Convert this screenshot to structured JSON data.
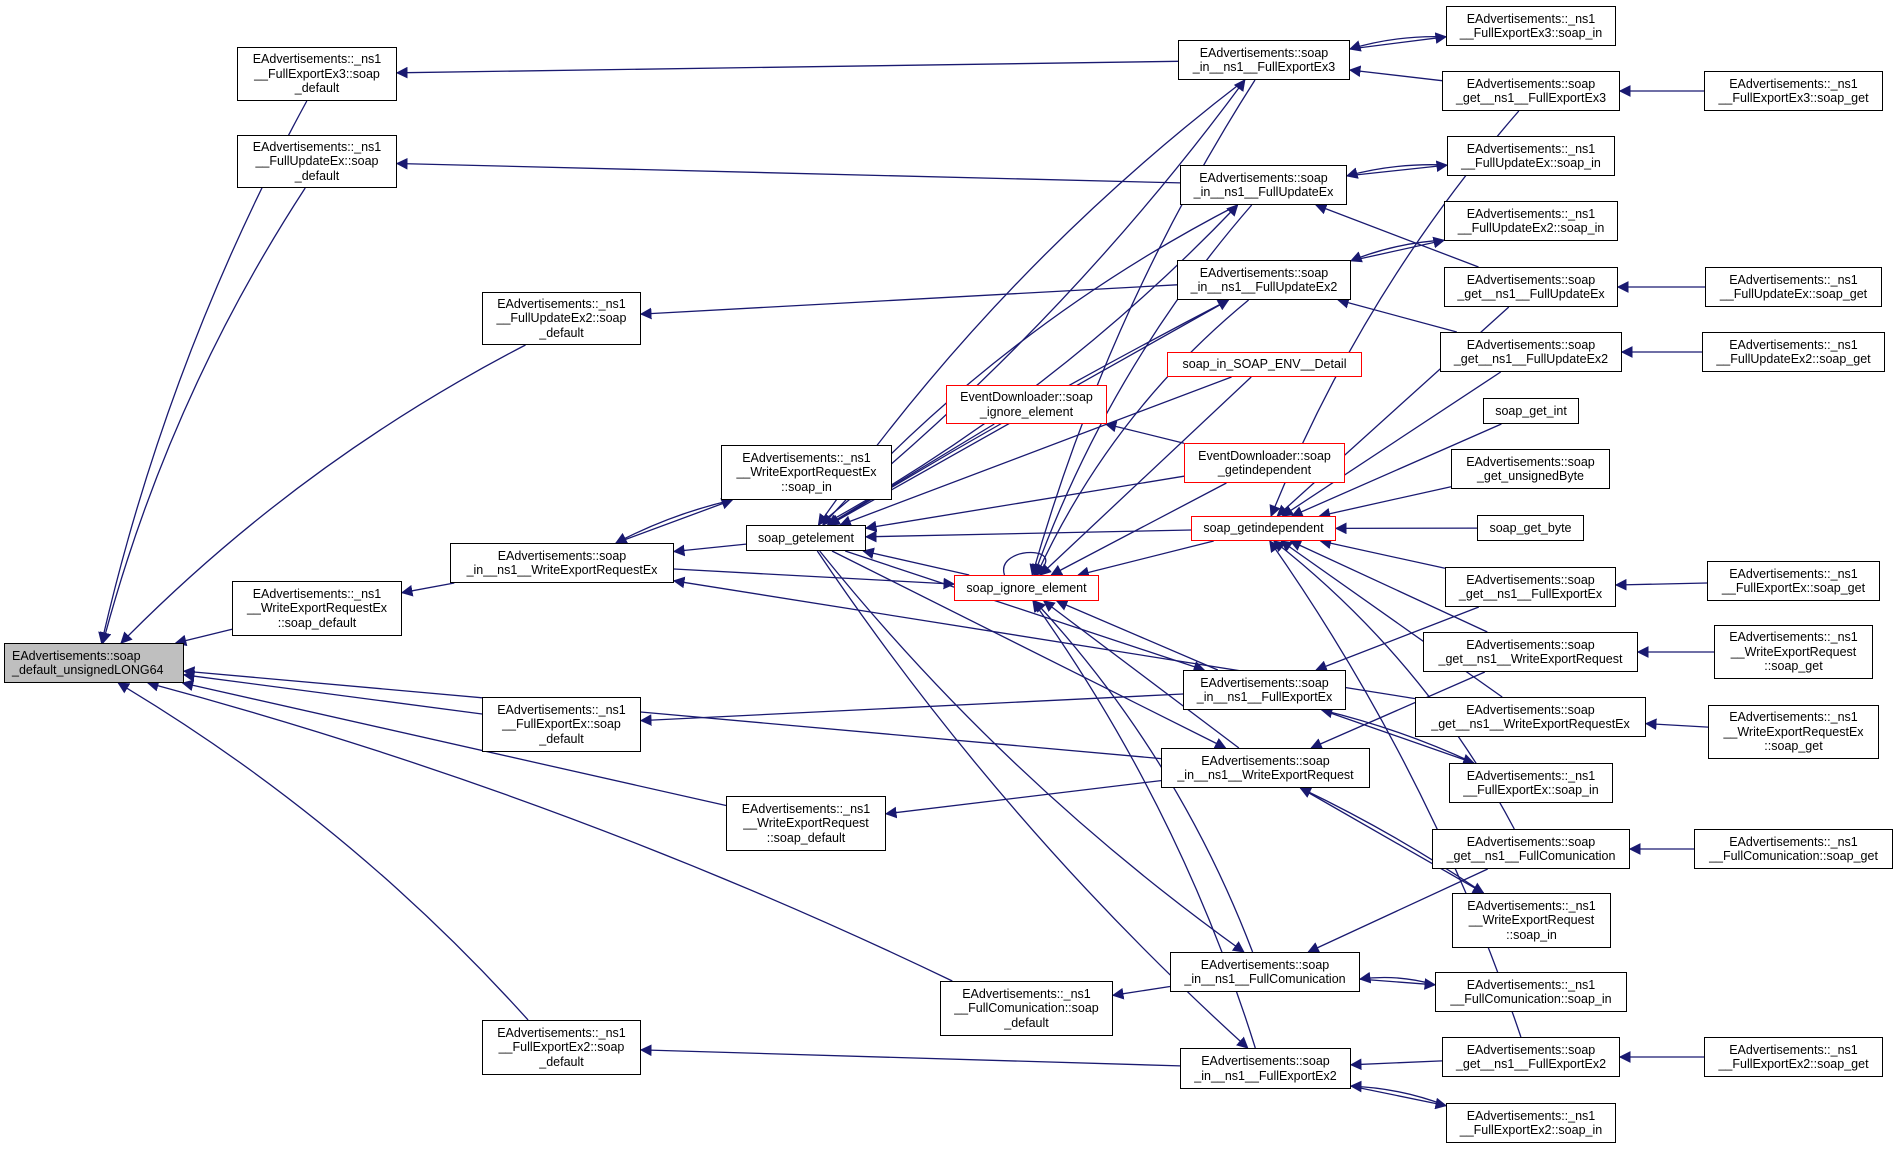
{
  "diagram": {
    "title": "Caller graph of EAdvertisements::soap_default_unsignedLONG64",
    "colors": {
      "edge": "#191970",
      "node_border": "#000000",
      "highlight_border": "#ff0000",
      "root_fill": "#bfbfbf"
    },
    "nodes": [
      {
        "id": "root",
        "label": "EAdvertisements::soap\n_default_unsignedLONG64",
        "style": "root"
      },
      {
        "id": "fe3_def",
        "label": "EAdvertisements::_ns1\n__FullExportEx3::soap\n_default",
        "style": "normal"
      },
      {
        "id": "fu_def",
        "label": "EAdvertisements::_ns1\n__FullUpdateEx::soap\n_default",
        "style": "normal"
      },
      {
        "id": "fu2_def",
        "label": "EAdvertisements::_ns1\n__FullUpdateEx2::soap\n_default",
        "style": "normal"
      },
      {
        "id": "wereqex_def",
        "label": "EAdvertisements::_ns1\n__WriteExportRequestEx\n::soap_default",
        "style": "normal"
      },
      {
        "id": "fe_def",
        "label": "EAdvertisements::_ns1\n__FullExportEx::soap\n_default",
        "style": "normal"
      },
      {
        "id": "wereq_def",
        "label": "EAdvertisements::_ns1\n__WriteExportRequest\n::soap_default",
        "style": "normal"
      },
      {
        "id": "fc_def",
        "label": "EAdvertisements::_ns1\n__FullComunication::soap\n_default",
        "style": "normal"
      },
      {
        "id": "fe2_def",
        "label": "EAdvertisements::_ns1\n__FullExportEx2::soap\n_default",
        "style": "normal"
      },
      {
        "id": "in_wereqex",
        "label": "EAdvertisements::soap\n_in__ns1__WriteExportRequestEx",
        "style": "normal"
      },
      {
        "id": "wereqex_in",
        "label": "EAdvertisements::_ns1\n__WriteExportRequestEx\n::soap_in",
        "style": "normal"
      },
      {
        "id": "getelement",
        "label": "soap_getelement",
        "style": "normal"
      },
      {
        "id": "ed_ignore",
        "label": "EventDownloader::soap\n_ignore_element",
        "style": "red"
      },
      {
        "id": "ignore",
        "label": "soap_ignore_element",
        "style": "red"
      },
      {
        "id": "in_fe3",
        "label": "EAdvertisements::soap\n_in__ns1__FullExportEx3",
        "style": "normal"
      },
      {
        "id": "in_fu",
        "label": "EAdvertisements::soap\n_in__ns1__FullUpdateEx",
        "style": "normal"
      },
      {
        "id": "in_fu2",
        "label": "EAdvertisements::soap\n_in__ns1__FullUpdateEx2",
        "style": "normal"
      },
      {
        "id": "env_detail",
        "label": "soap_in_SOAP_ENV__Detail",
        "style": "red"
      },
      {
        "id": "ed_getindep",
        "label": "EventDownloader::soap\n_getindependent",
        "style": "red"
      },
      {
        "id": "getindep",
        "label": "soap_getindependent",
        "style": "red"
      },
      {
        "id": "in_fe",
        "label": "EAdvertisements::soap\n_in__ns1__FullExportEx",
        "style": "normal"
      },
      {
        "id": "in_wereq",
        "label": "EAdvertisements::soap\n_in__ns1__WriteExportRequest",
        "style": "normal"
      },
      {
        "id": "in_fc",
        "label": "EAdvertisements::soap\n_in__ns1__FullComunication",
        "style": "normal"
      },
      {
        "id": "in_fe2",
        "label": "EAdvertisements::soap\n_in__ns1__FullExportEx2",
        "style": "normal"
      },
      {
        "id": "fe3_in",
        "label": "EAdvertisements::_ns1\n__FullExportEx3::soap_in",
        "style": "normal"
      },
      {
        "id": "get_fe3",
        "label": "EAdvertisements::soap\n_get__ns1__FullExportEx3",
        "style": "normal"
      },
      {
        "id": "fu_in",
        "label": "EAdvertisements::_ns1\n__FullUpdateEx::soap_in",
        "style": "normal"
      },
      {
        "id": "fu2_in",
        "label": "EAdvertisements::_ns1\n__FullUpdateEx2::soap_in",
        "style": "normal"
      },
      {
        "id": "get_fu",
        "label": "EAdvertisements::soap\n_get__ns1__FullUpdateEx",
        "style": "normal"
      },
      {
        "id": "get_fu2",
        "label": "EAdvertisements::soap\n_get__ns1__FullUpdateEx2",
        "style": "normal"
      },
      {
        "id": "get_int",
        "label": "soap_get_int",
        "style": "normal"
      },
      {
        "id": "get_ubyte",
        "label": "EAdvertisements::soap\n_get_unsignedByte",
        "style": "normal"
      },
      {
        "id": "get_byte",
        "label": "soap_get_byte",
        "style": "normal"
      },
      {
        "id": "get_fe",
        "label": "EAdvertisements::soap\n_get__ns1__FullExportEx",
        "style": "normal"
      },
      {
        "id": "get_wereq",
        "label": "EAdvertisements::soap\n_get__ns1__WriteExportRequest",
        "style": "normal"
      },
      {
        "id": "get_wereqex",
        "label": "EAdvertisements::soap\n_get__ns1__WriteExportRequestEx",
        "style": "normal"
      },
      {
        "id": "fe_in",
        "label": "EAdvertisements::_ns1\n__FullExportEx::soap_in",
        "style": "normal"
      },
      {
        "id": "get_fc",
        "label": "EAdvertisements::soap\n_get__ns1__FullComunication",
        "style": "normal"
      },
      {
        "id": "wereq_in",
        "label": "EAdvertisements::_ns1\n__WriteExportRequest\n::soap_in",
        "style": "normal"
      },
      {
        "id": "fc_in",
        "label": "EAdvertisements::_ns1\n__FullComunication::soap_in",
        "style": "normal"
      },
      {
        "id": "get_fe2",
        "label": "EAdvertisements::soap\n_get__ns1__FullExportEx2",
        "style": "normal"
      },
      {
        "id": "fe2_in",
        "label": "EAdvertisements::_ns1\n__FullExportEx2::soap_in",
        "style": "normal"
      },
      {
        "id": "fe3_get",
        "label": "EAdvertisements::_ns1\n__FullExportEx3::soap_get",
        "style": "normal"
      },
      {
        "id": "fu_get",
        "label": "EAdvertisements::_ns1\n__FullUpdateEx::soap_get",
        "style": "normal"
      },
      {
        "id": "fu2_get",
        "label": "EAdvertisements::_ns1\n__FullUpdateEx2::soap_get",
        "style": "normal"
      },
      {
        "id": "fe_get",
        "label": "EAdvertisements::_ns1\n__FullExportEx::soap_get",
        "style": "normal"
      },
      {
        "id": "wereq_get",
        "label": "EAdvertisements::_ns1\n__WriteExportRequest\n::soap_get",
        "style": "normal"
      },
      {
        "id": "wereqex_get",
        "label": "EAdvertisements::_ns1\n__WriteExportRequestEx\n::soap_get",
        "style": "normal"
      },
      {
        "id": "fc_get",
        "label": "EAdvertisements::_ns1\n__FullComunication::soap_get",
        "style": "normal"
      },
      {
        "id": "fe2_get",
        "label": "EAdvertisements::_ns1\n__FullExportEx2::soap_get",
        "style": "normal"
      }
    ],
    "edges": [
      [
        "fe3_def",
        "root"
      ],
      [
        "fu_def",
        "root"
      ],
      [
        "fu2_def",
        "root"
      ],
      [
        "wereqex_def",
        "root"
      ],
      [
        "fe_def",
        "root"
      ],
      [
        "wereq_def",
        "root"
      ],
      [
        "fc_def",
        "root"
      ],
      [
        "fe2_def",
        "root"
      ],
      [
        "in_wereq",
        "root"
      ],
      [
        "in_fe3",
        "fe3_def"
      ],
      [
        "in_fu",
        "fu_def"
      ],
      [
        "in_fu2",
        "fu2_def"
      ],
      [
        "in_wereqex",
        "wereqex_def"
      ],
      [
        "in_fe",
        "fe_def"
      ],
      [
        "in_wereq",
        "wereq_def"
      ],
      [
        "in_fc",
        "fc_def"
      ],
      [
        "in_fe2",
        "fe2_def"
      ],
      [
        "in_wereqex",
        "wereqex_in"
      ],
      [
        "wereqex_in",
        "in_wereqex"
      ],
      [
        "getelement",
        "in_wereqex"
      ],
      [
        "in_wereqex",
        "ignore"
      ],
      [
        "getelement",
        "in_fe3"
      ],
      [
        "getelement",
        "in_fu"
      ],
      [
        "getelement",
        "in_fu2"
      ],
      [
        "getelement",
        "in_fe"
      ],
      [
        "getelement",
        "in_wereq"
      ],
      [
        "getelement",
        "in_fc"
      ],
      [
        "getelement",
        "in_fe2"
      ],
      [
        "in_fe3",
        "getelement"
      ],
      [
        "in_fu",
        "getelement"
      ],
      [
        "in_fu2",
        "getelement"
      ],
      [
        "env_detail",
        "getelement"
      ],
      [
        "ed_ignore",
        "getelement"
      ],
      [
        "ed_getindep",
        "getelement"
      ],
      [
        "getindep",
        "getelement"
      ],
      [
        "ignore",
        "getelement"
      ],
      [
        "in_fe3",
        "ignore"
      ],
      [
        "in_fu",
        "ignore"
      ],
      [
        "in_fu2",
        "ignore"
      ],
      [
        "env_detail",
        "ignore"
      ],
      [
        "ed_getindep",
        "ignore"
      ],
      [
        "getindep",
        "ignore"
      ],
      [
        "in_fe",
        "ignore"
      ],
      [
        "in_wereq",
        "ignore"
      ],
      [
        "in_fc",
        "ignore"
      ],
      [
        "in_fe2",
        "ignore"
      ],
      [
        "ignore",
        "ignore"
      ],
      [
        "ed_getindep",
        "ed_ignore"
      ],
      [
        "get_fe3",
        "getindep"
      ],
      [
        "get_fu",
        "getindep"
      ],
      [
        "get_fu2",
        "getindep"
      ],
      [
        "get_int",
        "getindep"
      ],
      [
        "get_ubyte",
        "getindep"
      ],
      [
        "get_byte",
        "getindep"
      ],
      [
        "get_fe",
        "getindep"
      ],
      [
        "get_wereq",
        "getindep"
      ],
      [
        "get_wereqex",
        "getindep"
      ],
      [
        "get_fc",
        "getindep"
      ],
      [
        "get_fe2",
        "getindep"
      ],
      [
        "in_fe3",
        "fe3_in"
      ],
      [
        "fe3_in",
        "in_fe3"
      ],
      [
        "get_fe3",
        "in_fe3"
      ],
      [
        "in_fu",
        "fu_in"
      ],
      [
        "fu_in",
        "in_fu"
      ],
      [
        "get_fu",
        "in_fu"
      ],
      [
        "in_fu2",
        "fu2_in"
      ],
      [
        "fu2_in",
        "in_fu2"
      ],
      [
        "get_fu2",
        "in_fu2"
      ],
      [
        "in_fe",
        "fe_in"
      ],
      [
        "fe_in",
        "in_fe"
      ],
      [
        "get_fe",
        "in_fe"
      ],
      [
        "in_wereq",
        "wereq_in"
      ],
      [
        "wereq_in",
        "in_wereq"
      ],
      [
        "get_wereq",
        "in_wereq"
      ],
      [
        "get_wereqex",
        "in_wereqex"
      ],
      [
        "in_fc",
        "fc_in"
      ],
      [
        "fc_in",
        "in_fc"
      ],
      [
        "get_fc",
        "in_fc"
      ],
      [
        "in_fe2",
        "fe2_in"
      ],
      [
        "fe2_in",
        "in_fe2"
      ],
      [
        "get_fe2",
        "in_fe2"
      ],
      [
        "fe3_get",
        "get_fe3"
      ],
      [
        "fu_get",
        "get_fu"
      ],
      [
        "fu2_get",
        "get_fu2"
      ],
      [
        "fe_get",
        "get_fe"
      ],
      [
        "wereq_get",
        "get_wereq"
      ],
      [
        "wereqex_get",
        "get_wereqex"
      ],
      [
        "fc_get",
        "get_fc"
      ],
      [
        "fe2_get",
        "get_fe2"
      ]
    ]
  }
}
